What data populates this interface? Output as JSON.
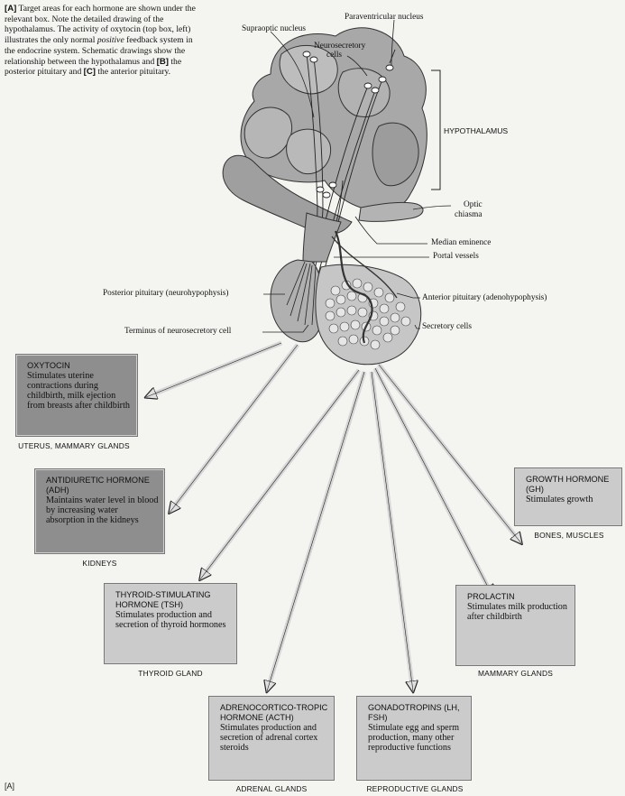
{
  "caption": {
    "label": "[A]",
    "text_1": " Target areas for each hormone are shown under the relevant box. Note the detailed drawing of the hypothalamus. The activity of oxytocin (top box, left) illustrates the only normal ",
    "italic": "positive",
    "text_2": " feedback system in the endocrine system. Schematic drawings show the relationship between the hypothalamus and ",
    "label_b": "[B]",
    "text_3": " the posterior pituitary and ",
    "label_c": "[C]",
    "text_4": " the anterior pituitary."
  },
  "labels": {
    "supraoptic": "Supraoptic nucleus",
    "paraventricular": "Paraventricular nucleus",
    "neurosecretory_1": "Neurosecretory",
    "neurosecretory_2": "cells",
    "hypothalamus": "HYPOTHALAMUS",
    "optic_1": "Optic",
    "optic_2": "chiasma",
    "median_eminence": "Median eminence",
    "portal_vessels": "Portal vessels",
    "posterior_pituitary": "Posterior pituitary (neurohypophysis)",
    "anterior_pituitary": "Anterior pituitary (adenohypophysis)",
    "secretory_cells": "Secretory cells",
    "terminus": "Terminus of neurosecretory cell"
  },
  "boxes": {
    "oxytocin": {
      "title": "OXYTOCIN",
      "desc": "Stimulates uterine contractions during childbirth, milk ejection from breasts after childbirth",
      "target": "UTERUS, MAMMARY GLANDS"
    },
    "adh": {
      "title": "ANTIDIURETIC HORMONE (ADH)",
      "desc": "Maintains water level in blood by increasing water absorption in the kidneys",
      "target": "KIDNEYS"
    },
    "tsh": {
      "title": "THYROID-STIMULATING HORMONE (TSH)",
      "desc": "Stimulates production and secretion of thyroid hormones",
      "target": "THYROID GLAND"
    },
    "acth": {
      "title": "ADRENOCORTICO-TROPIC HORMONE (ACTH)",
      "desc": "Stimulates production and secretion of adrenal cortex steroids",
      "target": "ADRENAL GLANDS"
    },
    "gonadotropins": {
      "title": "GONADOTROPINS (LH, FSH)",
      "desc": "Stimulate egg and sperm production, many other reproductive functions",
      "target": "REPRODUCTIVE GLANDS"
    },
    "prolactin": {
      "title": "PROLACTIN",
      "desc": "Stimulates milk production after childbirth",
      "target": "MAMMARY GLANDS"
    },
    "gh": {
      "title": "GROWTH HORMONE (GH)",
      "desc": "Stimulates growth",
      "target": "BONES, MUSCLES"
    }
  },
  "figure_label": "[A]",
  "colors": {
    "dark_box": "#8e8e8e",
    "light_box": "#cbcbcb",
    "brain": "#a9a9a9",
    "arrow": "#d4d4d4"
  }
}
